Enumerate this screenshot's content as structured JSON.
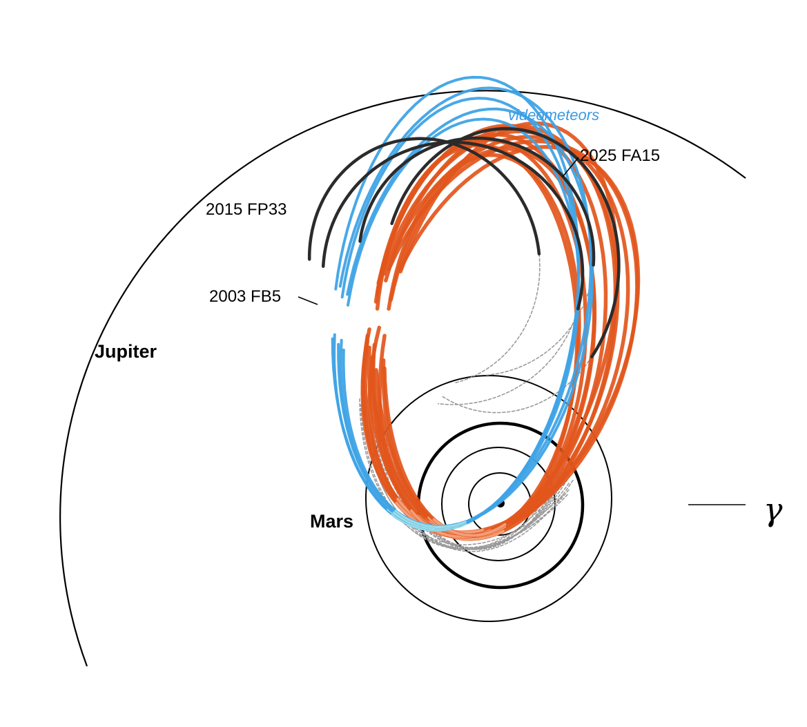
{
  "labels": {
    "jupiter": "Jupiter",
    "mars": "Mars",
    "videometeors": "videometeors",
    "obj_2025": "2025 FA15",
    "obj_2015": "2015 FP33",
    "obj_2003": "2003 FB5",
    "vernal": "γ"
  },
  "colors": {
    "planet_orbit": "#000000",
    "orange_orbits": "#e2561c",
    "orange_perihelion": "#f4a582",
    "blue_orbits": "#3fa3e6",
    "blue_perihelion": "#a8e3e8",
    "black_orbits": "#2b2b2b",
    "gray_dashed": "#9a9a9a",
    "videometeors_label": "#3b9ae1"
  }
}
